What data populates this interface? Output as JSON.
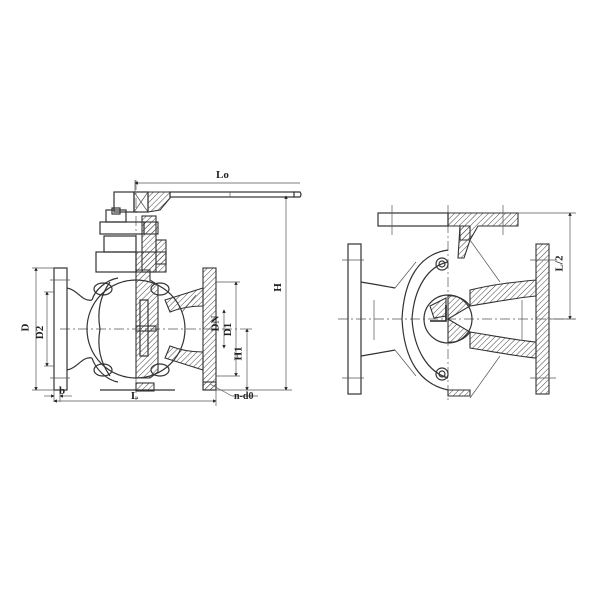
{
  "drawing": {
    "title": "Plug valve dimensional drawing",
    "views": [
      {
        "id": "front-section",
        "description": "Flanged plug valve, half sectional front view with lever handle"
      },
      {
        "id": "side-section",
        "description": "Three-way plug valve, half sectional side view"
      }
    ],
    "dimensions": {
      "lever_length": "Lo",
      "height": "H",
      "flange_od": "D",
      "bolt_circle": "D1",
      "nominal_dia": "DN",
      "raised_face_dia": "D2",
      "center_height": "H1",
      "face_to_face": "L",
      "flange_thickness": "b",
      "bolt_holes": "n-d0",
      "half_length": "L/2"
    },
    "colors": {
      "line": "#333333",
      "background": "#ffffff"
    }
  }
}
